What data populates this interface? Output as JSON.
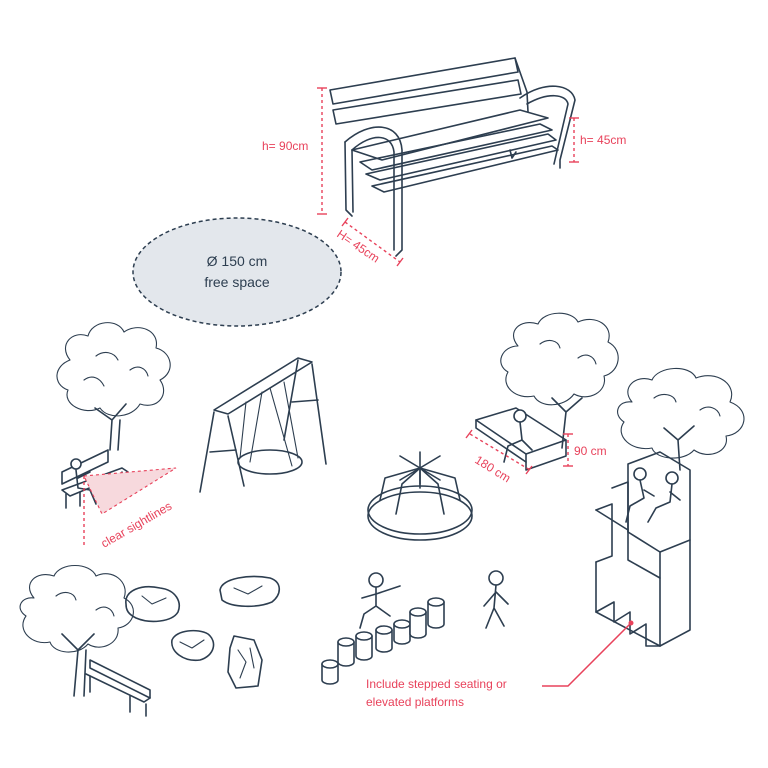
{
  "colors": {
    "ink": "#2d3e50",
    "accent": "#e8425b",
    "free_space_fill": "#e3e7ec"
  },
  "bench_dimensions": {
    "height": "h= 90cm",
    "seat_height": "h= 45cm",
    "depth": "H= 45cm"
  },
  "free_space": {
    "diameter": "Ø 150 cm",
    "label": "free space"
  },
  "annotations": {
    "sightlines": "clear sightlines",
    "platform_length": "180 cm",
    "platform_height": "90 cm",
    "stepped_line1": "Include stepped seating or",
    "stepped_line2": "elevated platforms"
  }
}
